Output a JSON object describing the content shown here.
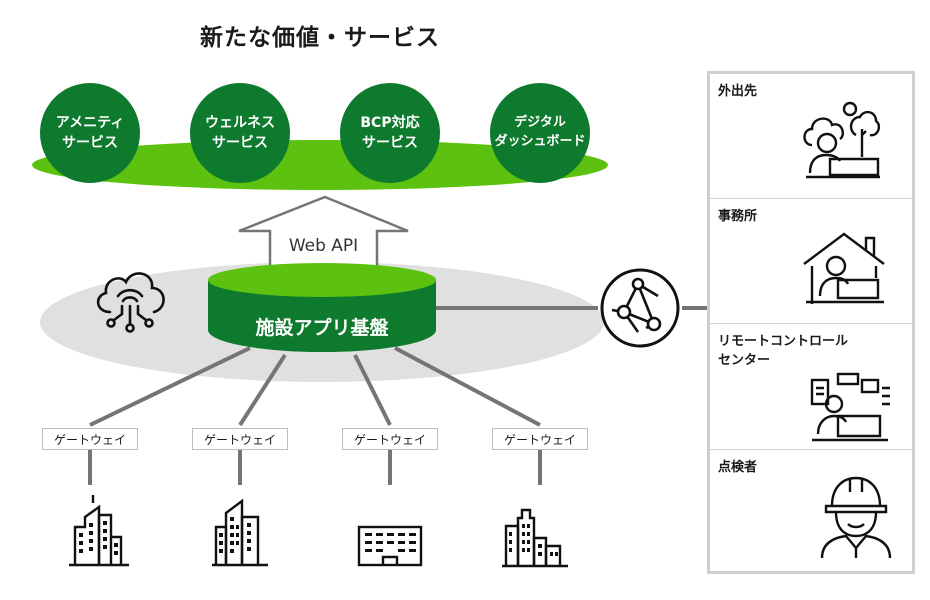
{
  "title": "新たな価値・サービス",
  "services": [
    {
      "label": "アメニティ\nサービス"
    },
    {
      "label": "ウェルネス\nサービス"
    },
    {
      "label": "BCP対応\nサービス"
    },
    {
      "label": "デジタル\nダッシュボード"
    }
  ],
  "api_label": "Web API",
  "platform_label": "施設アプリ基盤",
  "gateways": [
    "ゲートウェイ",
    "ゲートウェイ",
    "ゲートウェイ",
    "ゲートウェイ"
  ],
  "locations": [
    {
      "label": "外出先",
      "icon": "person-laptop-outdoor-icon"
    },
    {
      "label": "事務所",
      "icon": "person-laptop-house-icon"
    },
    {
      "label": "リモートコントロール\nセンター",
      "icon": "person-laptop-control-center-icon"
    },
    {
      "label": "点検者",
      "icon": "worker-helmet-icon"
    }
  ],
  "colors": {
    "dark_green": "#0e7a2e",
    "light_green": "#5cc20f",
    "gray_ellipse": "#e0e0e0",
    "connector_gray": "#757575"
  }
}
